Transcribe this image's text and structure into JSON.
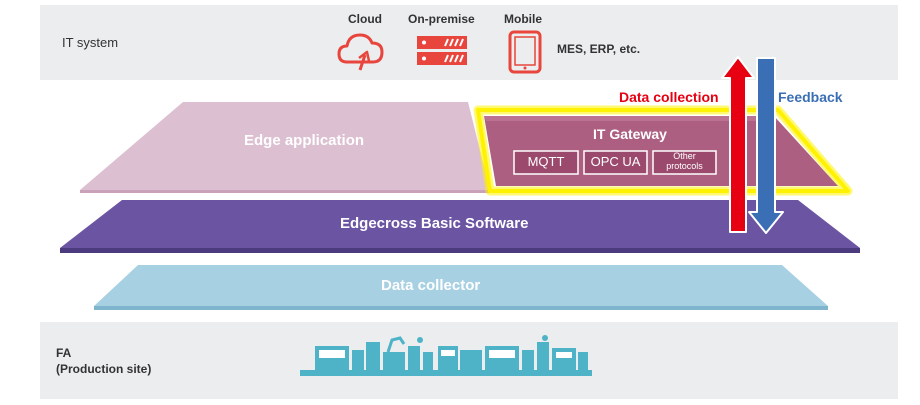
{
  "it_system": {
    "label": "IT system",
    "items": [
      {
        "label": "Cloud",
        "icon": "cloud-icon"
      },
      {
        "label": "On-premise",
        "icon": "server-icon"
      },
      {
        "label": "Mobile",
        "icon": "tablet-icon"
      }
    ],
    "extra": "MES, ERP, etc."
  },
  "flows": {
    "collection_label": "Data collection",
    "collection_color": "#e60012",
    "feedback_label": "Feedback",
    "feedback_color": "#3b6fb5"
  },
  "layers": {
    "edge_application": "Edge application",
    "it_gateway": {
      "title": "IT Gateway",
      "protocols": [
        "MQTT",
        "OPC UA"
      ],
      "other_line1": "Other",
      "other_line2": "protocols",
      "highlight": "#fff200"
    },
    "basic_software": "Edgecross Basic Software",
    "data_collector": "Data collector"
  },
  "fa": {
    "label": "FA",
    "sublabel": "(Production site)",
    "icon": "production-line-icon"
  },
  "colors": {
    "band": "#ebedef",
    "icon_red": "#e8453c",
    "edge_app": "#d9b3c9",
    "gateway": "#a9587a",
    "basic_software": "#6a54a0",
    "data_collector": "#a5cfe2",
    "production_line": "#4fb3c8"
  }
}
